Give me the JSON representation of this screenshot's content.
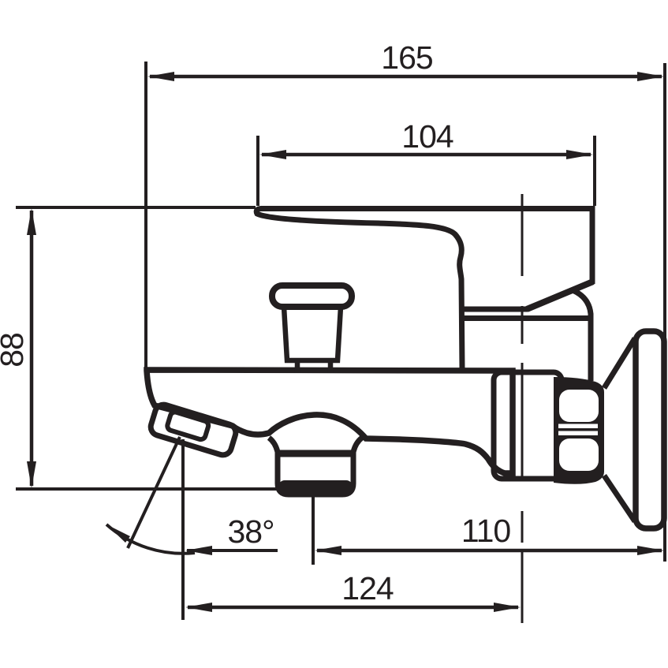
{
  "drawing": {
    "type": "technical-dimension-drawing",
    "subject": "wall-mounted bath mixer tap side view"
  },
  "dimensions": {
    "total_width": "165",
    "body_width": "104",
    "height": "88",
    "spout_angle": "38°",
    "wall_to_hose_outlet": "110",
    "wall_to_spout_tip": "124"
  },
  "colors": {
    "ink": "#231f20",
    "background": "#ffffff"
  }
}
